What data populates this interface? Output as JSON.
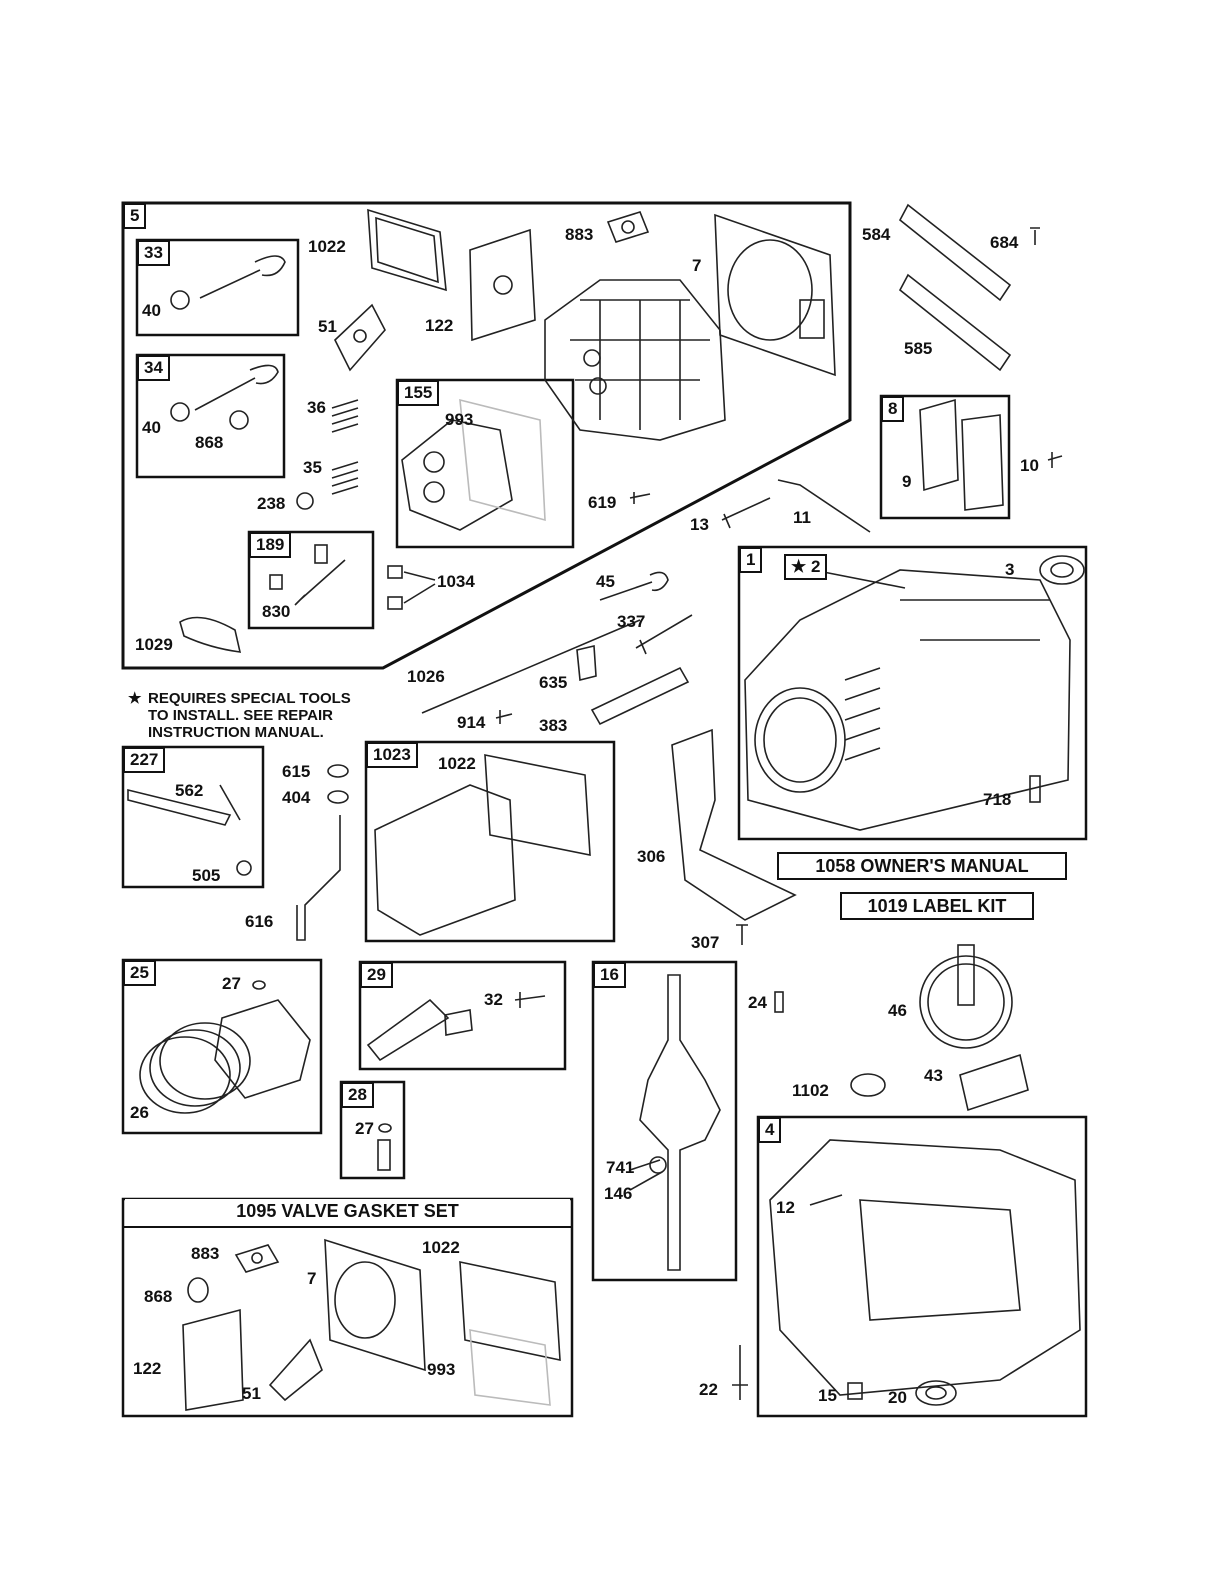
{
  "boxes": {
    "b5": "5",
    "b33": "33",
    "b34": "34",
    "b155": "155",
    "b189": "189",
    "b8": "8",
    "b1": "1",
    "b1_star": "★ 2",
    "b227": "227",
    "b1023": "1023",
    "b25": "25",
    "b29": "29",
    "b28": "28",
    "b16": "16",
    "b4": "4"
  },
  "banners": {
    "gasket_set": "1095 VALVE GASKET SET",
    "owners_manual": "1058 OWNER'S MANUAL",
    "label_kit": "1019 LABEL KIT"
  },
  "note": {
    "star": "★",
    "text": "REQUIRES SPECIAL TOOLS TO INSTALL.  SEE REPAIR INSTRUCTION MANUAL."
  },
  "labels": {
    "l1022a": "1022",
    "l883a": "883",
    "l7a": "7",
    "l584": "584",
    "l684": "684",
    "l40a": "40",
    "l51a": "51",
    "l122a": "122",
    "l585": "585",
    "l40b": "40",
    "l868a": "868",
    "l36": "36",
    "l35": "35",
    "l238": "238",
    "l993a": "993",
    "l619": "619",
    "l13": "13",
    "l11": "11",
    "l9": "9",
    "l10": "10",
    "l830": "830",
    "l1034": "1034",
    "l1029": "1029",
    "l45": "45",
    "l337": "337",
    "l3": "3",
    "l1026": "1026",
    "l635": "635",
    "l914": "914",
    "l383": "383",
    "l562": "562",
    "l505": "505",
    "l615": "615",
    "l404": "404",
    "l616": "616",
    "l1022b": "1022",
    "l718": "718",
    "l306": "306",
    "l307": "307",
    "l27a": "27",
    "l26": "26",
    "l32": "32",
    "l27b": "27",
    "l24": "24",
    "l46": "46",
    "l43": "43",
    "l1102": "1102",
    "l741": "741",
    "l146": "146",
    "l12": "12",
    "l22": "22",
    "l15": "15",
    "l20": "20",
    "l883b": "883",
    "l1022c": "1022",
    "l7b": "7",
    "l868b": "868",
    "l122b": "122",
    "l51b": "51",
    "l993b": "993"
  }
}
